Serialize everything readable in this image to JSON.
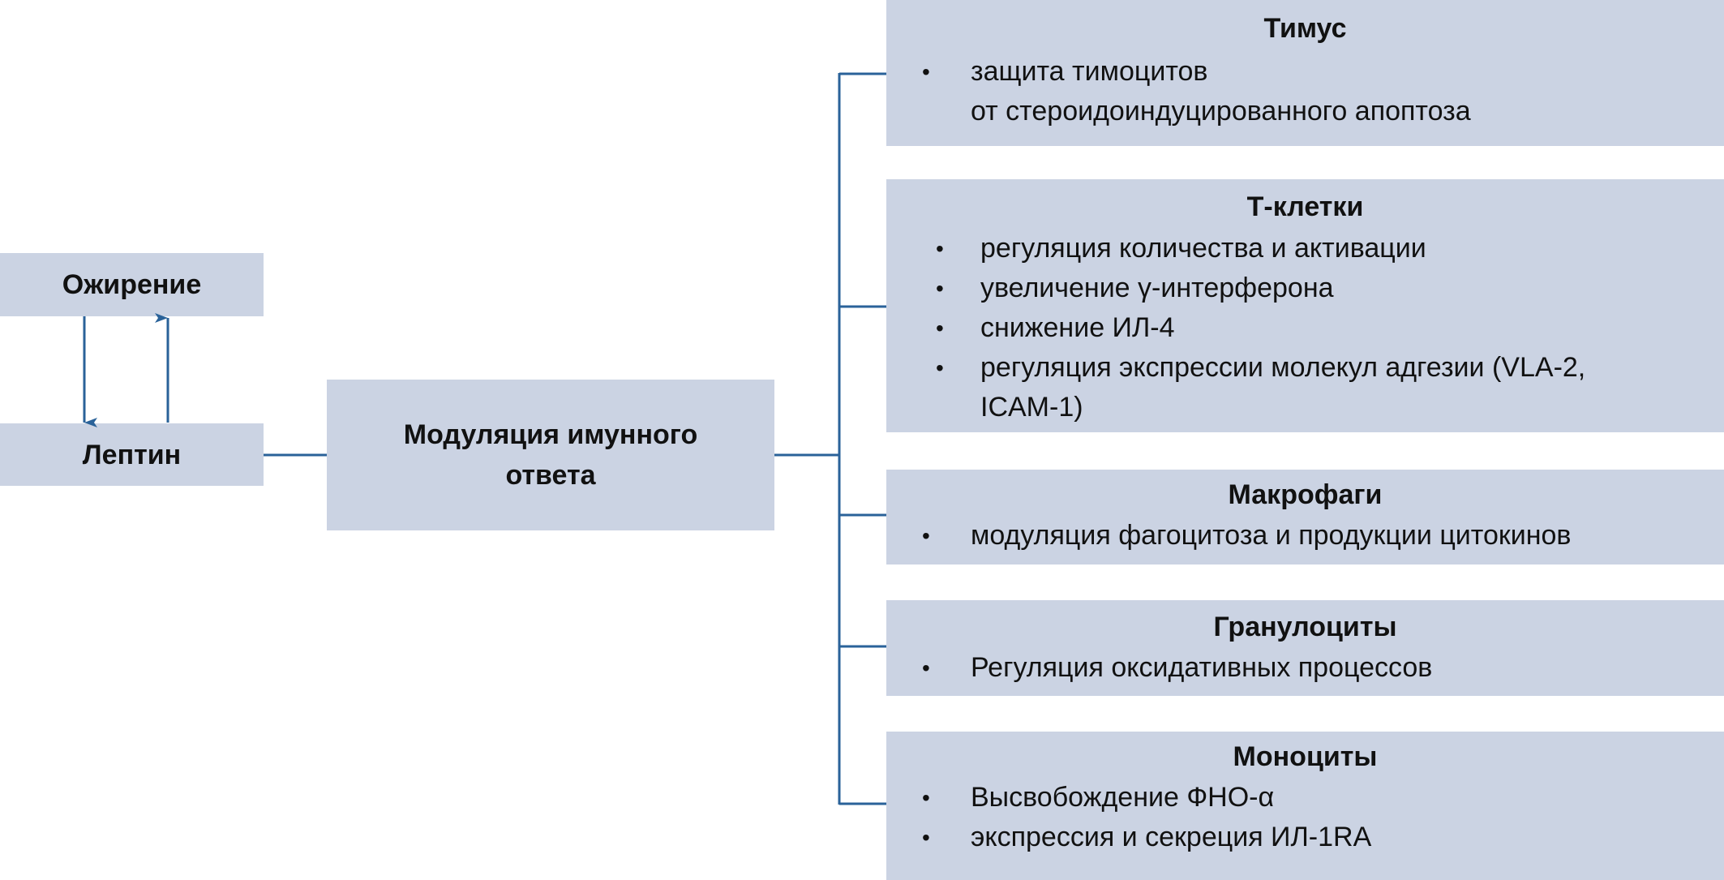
{
  "left": {
    "obesity": "Ожирение",
    "leptin": "Лептин",
    "modulation": "Модуляция имунного ответа"
  },
  "colors": {
    "box": "#cbd3e3",
    "line": "#2a6299"
  },
  "targets": [
    {
      "title": "Тимус",
      "items": [
        "защита тимоцитов",
        "от стероидоиндуцированного апоптоза"
      ]
    },
    {
      "title": "Т-клетки",
      "items": [
        "регуляция количества и активации",
        "увеличение γ-интерферона",
        "снижение ИЛ-4",
        "регуляция экспрессии молекул адгезии (VLA-2,",
        "ICAM-1)"
      ]
    },
    {
      "title": "Макрофаги",
      "items": [
        "модуляция фагоцитоза и продукции цитокинов"
      ]
    },
    {
      "title": "Гранулоциты",
      "items": [
        "Регуляция оксидативных процессов"
      ]
    },
    {
      "title": "Моноциты",
      "items": [
        "Высвобождение ФНО-α",
        "экспрессия и секреция ИЛ-1RA"
      ]
    }
  ]
}
